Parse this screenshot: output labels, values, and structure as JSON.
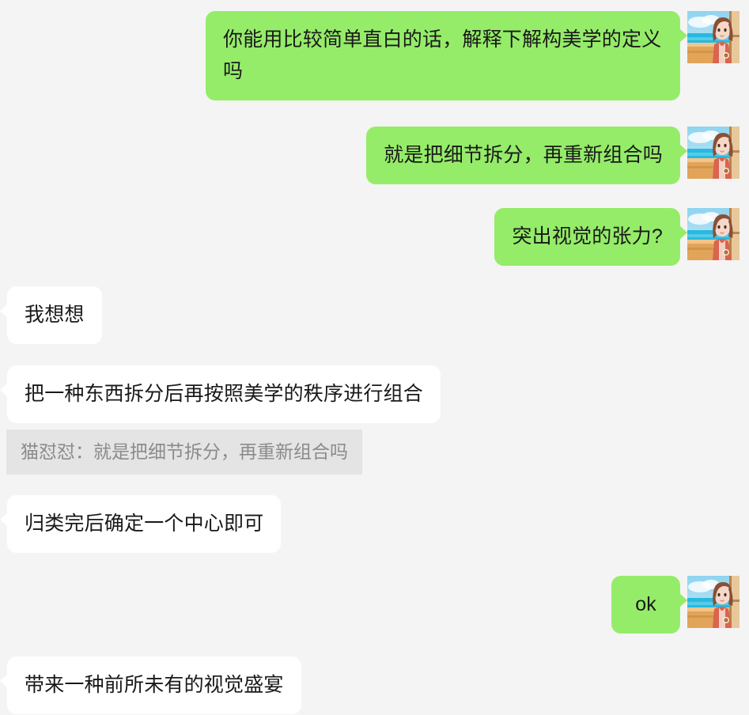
{
  "app": {
    "kind": "instant-messenger-chat-thread",
    "background_color": "#f4f4f4",
    "outgoing_bubble_color": "#95ec69",
    "incoming_bubble_color": "#ffffff",
    "quote_block_color": "#e4e4e4",
    "quote_text_color": "#8b8b8b",
    "text_color": "#191919"
  },
  "avatar": {
    "name": "contact-avatar",
    "description": "illustrated-portrait-woman-red-jacket-beach-window"
  },
  "messages": [
    {
      "id": "msg-1",
      "side": "outgoing",
      "type": "text",
      "text": "你能用比较简单直白的话，解释下解构美学的定义吗",
      "has_avatar": true
    },
    {
      "id": "msg-2",
      "side": "outgoing",
      "type": "text",
      "text": "就是把细节拆分，再重新组合吗",
      "has_avatar": true
    },
    {
      "id": "msg-3",
      "side": "outgoing",
      "type": "text",
      "text": "突出视觉的张力?",
      "has_avatar": true
    },
    {
      "id": "msg-4",
      "side": "incoming",
      "type": "text",
      "text": "我想想",
      "has_avatar": false
    },
    {
      "id": "msg-5",
      "side": "incoming",
      "type": "text",
      "text": "把一种东西拆分后再按照美学的秩序进行组合",
      "has_avatar": false
    },
    {
      "id": "msg-6",
      "side": "incoming",
      "type": "quote-reference",
      "text": "猫怼怼：就是把细节拆分，再重新组合吗",
      "quoted_sender": "猫怼怼",
      "quoted_text": "就是把细节拆分，再重新组合吗",
      "has_avatar": false
    },
    {
      "id": "msg-7",
      "side": "incoming",
      "type": "text",
      "text": "归类完后确定一个中心即可",
      "has_avatar": false
    },
    {
      "id": "msg-8",
      "side": "outgoing",
      "type": "text",
      "text": "ok",
      "has_avatar": true
    },
    {
      "id": "msg-9",
      "side": "incoming",
      "type": "text",
      "text": "带来一种前所未有的视觉盛宴",
      "has_avatar": false
    }
  ]
}
